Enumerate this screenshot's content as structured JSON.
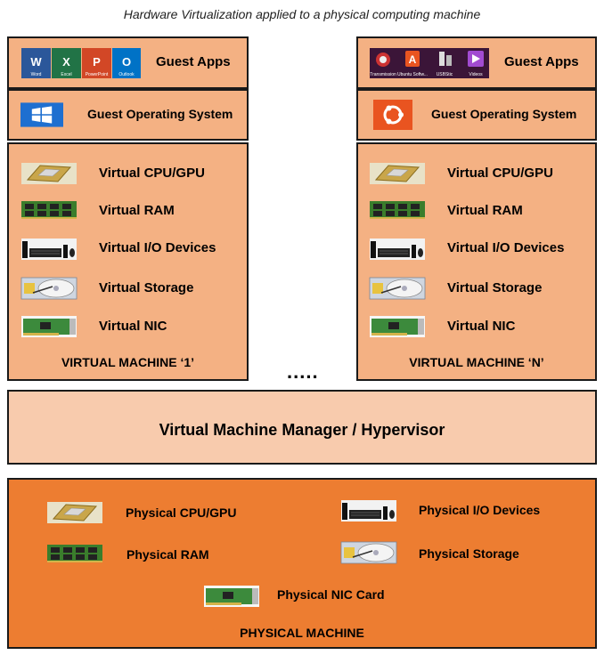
{
  "caption": "Hardware Virtualization applied to a physical computing machine",
  "vm1": {
    "guest_apps": "Guest Apps",
    "guest_os": "Guest Operating System",
    "app_icons": [
      "Word",
      "Excel",
      "PowerPoint",
      "Outlook"
    ],
    "components": [
      "Virtual CPU/GPU",
      "Virtual RAM",
      "Virtual I/O Devices",
      "Virtual Storage",
      "Virtual NIC"
    ],
    "title": "VIRTUAL MACHINE ‘1’"
  },
  "vmN": {
    "guest_apps": "Guest Apps",
    "guest_os": "Guest Operating System",
    "app_icons": [
      "Transmission",
      "Ubuntu Softw...",
      "USBStic",
      "Videos"
    ],
    "components": [
      "Virtual CPU/GPU",
      "Virtual RAM",
      "Virtual I/O Devices",
      "Virtual Storage",
      "Virtual NIC"
    ],
    "title": "VIRTUAL MACHINE ‘N’"
  },
  "ellipsis": ".....",
  "hypervisor": "Virtual Machine Manager / Hypervisor",
  "physical": {
    "cpu": "Physical CPU/GPU",
    "io": "Physical I/O Devices",
    "ram": "Physical RAM",
    "storage": "Physical Storage",
    "nic": "Physical NIC Card",
    "title": "PHYSICAL MACHINE"
  },
  "colors": {
    "vm_fill": "#f4b183",
    "hypervisor_fill": "#f8cbad",
    "physical_fill": "#ed7d31",
    "border": "#1a1a1a"
  }
}
